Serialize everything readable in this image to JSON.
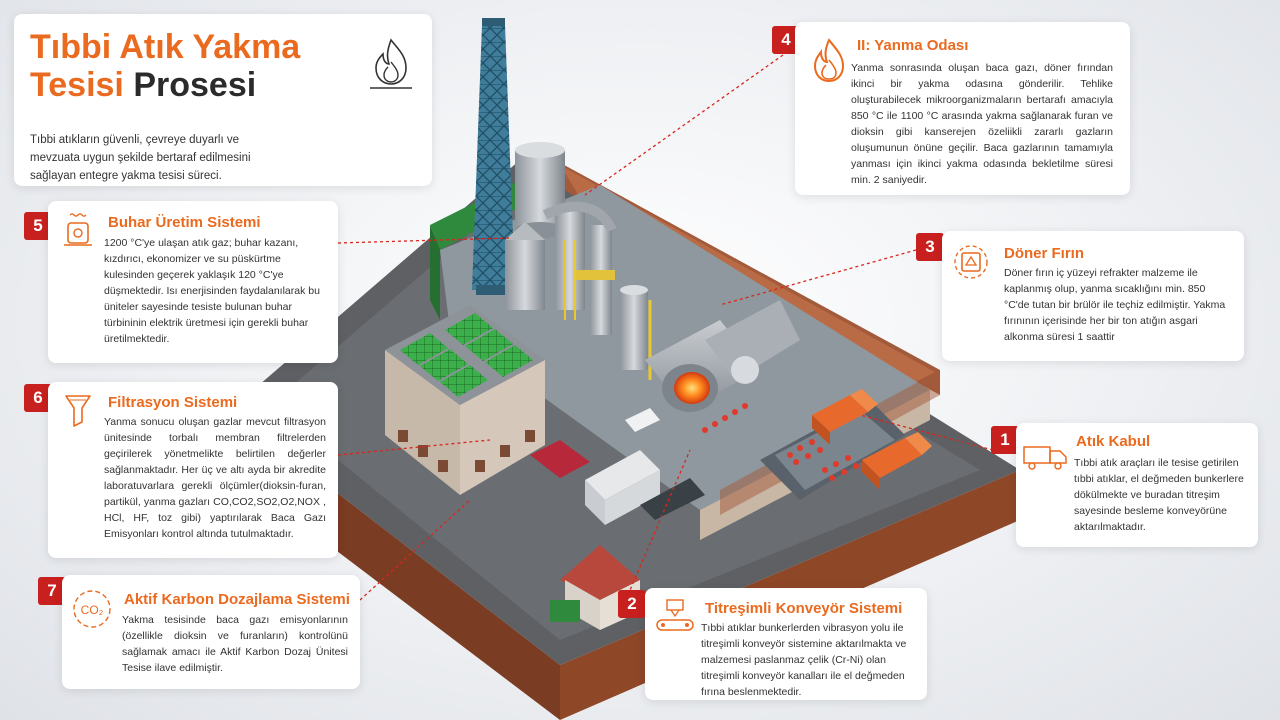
{
  "header": {
    "title_line1": "Tıbbi Atık Yakma",
    "title_line2_accent": "Tesisi",
    "title_line2_dark": "Prosesi",
    "description": "Tıbbi atıkların güvenli, çevreye duyarlı ve mevzuata uygun şekilde bertaraf edilmesini sağlayan entegre yakma tesisi süreci.",
    "icon": "flame-outline-icon"
  },
  "colors": {
    "accent": "#ea6a1f",
    "badge": "#c8201e",
    "leader": "#d9261c"
  },
  "steps": [
    {
      "number": "1",
      "title": "Atık Kabul",
      "icon": "truck-icon",
      "text": "Tıbbi atık araçları ile tesise getirilen tıbbi atıklar, el değmeden bunkerlere dökülmekte ve buradan titreşim sayesinde besleme konveyörüne aktarılmaktadır."
    },
    {
      "number": "2",
      "title": "Titreşimli Konveyör Sistemi",
      "icon": "conveyor-icon",
      "text": "Tıbbi atıklar bunkerlerden vibrasyon yolu ile titreşimli konveyör sistemine aktarılmakta ve malzemesi paslanmaz çelik (Cr-Ni) olan titreşimli konveyör kanalları ile el değmeden fırına beslenmektedir."
    },
    {
      "number": "3",
      "title": "Döner Fırın",
      "icon": "rotary-kiln-icon",
      "text": "Döner fırın iç yüzeyi refrakter malzeme ile kaplanmış olup, yanma sıcaklığını min. 850 °C'de tutan bir brülör ile teçhiz edilmiştir. Yakma fırınının içerisinde her bir ton atığın asgari alkonma süresi 1 saattir"
    },
    {
      "number": "4",
      "title": "II: Yanma Odası",
      "icon": "flame-icon",
      "text": "Yanma sonrasında oluşan baca gazı, döner fırından ikinci bir yakma odasına gönderilir. Tehlike oluşturabilecek mikroorganizmaların bertarafı amacıyla 850 °C ile 1100 °C arasında yakma sağlanarak furan ve dioksin gibi kanserejen özeliikli zararlı gazların oluşumunun önüne geçilir. Baca gazlarının tamamıyla yanması için ikinci yakma odasında bekletilme süresi min. 2 saniyedir."
    },
    {
      "number": "5",
      "title": "Buhar Üretim Sistemi",
      "icon": "steam-boiler-icon",
      "text": "1200 °C'ye ulaşan atık gaz; buhar kazanı, kızdırıcı, ekonomizer ve su püskürtme kulesinden geçerek yaklaşık 120 °C'ye düşmektedir. Isı enerjisinden faydalanılarak bu üniteler sayesinde tesiste bulunan buhar türbininin elektrik üretmesi için gerekli buhar üretilmektedir."
    },
    {
      "number": "6",
      "title": "Filtrasyon Sistemi",
      "icon": "filter-icon",
      "text": "Yanma sonucu oluşan gazlar mevcut filtrasyon ünitesinde torbalı membran filtrelerden geçirilerek yönetmelikte belirtilen değerler sağlanmaktadır. Her üç ve altı ayda bir akredite laboratuvarlara gerekli ölçümler(dioksin-furan, partikül, yanma gazları CO,CO2,SO2,O2,NOX , HCl, HF, toz gibi) yaptırılarak Baca Gazı Emisyonları kontrol altında tutulmaktadır."
    },
    {
      "number": "7",
      "title": "Aktif Karbon Dozajlama Sistemi",
      "icon": "co2-icon",
      "icon_label": "CO₂",
      "text": "Yakma tesisinde baca gazı emisyonlarının (özellikle dioksin ve furanların) kontrolünü sağlamak amacı ile Aktif Karbon Dozaj Ünitesi Tesise ilave edilmiştir."
    }
  ]
}
